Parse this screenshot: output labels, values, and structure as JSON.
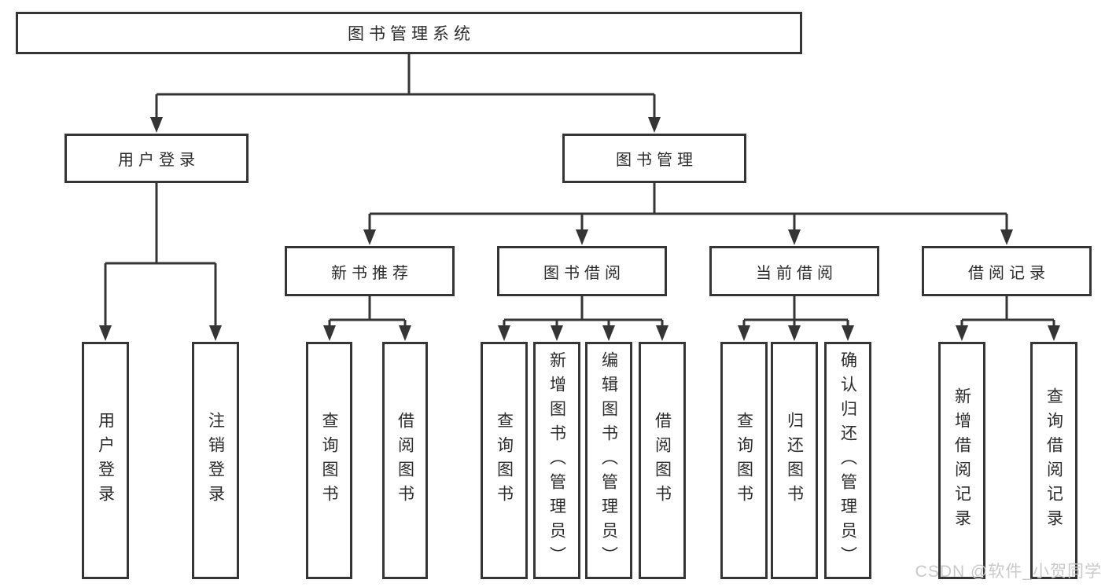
{
  "diagram": {
    "title": "图书管理系统",
    "level1": [
      "用户登录",
      "图书管理"
    ],
    "level2": [
      "新书推荐",
      "图书借阅",
      "当前借阅",
      "借阅记录"
    ],
    "leaves": {
      "user_login": [
        "用户登录",
        "注销登录"
      ],
      "new_book": [
        "查询图书",
        "借阅图书"
      ],
      "book_borrow": [
        "查询图书",
        "新增图书（管理员）",
        "编辑图书（管理员）",
        "借阅图书"
      ],
      "current_borrow": [
        "查询图书",
        "归还图书",
        "确认归还（管理员）"
      ],
      "borrow_records": [
        "新增借阅记录",
        "查询借阅记录"
      ]
    }
  },
  "watermark": "CSDN @软件_小贺同学",
  "colors": {
    "line": "#353535",
    "text": "#2b2b2b",
    "watermark": "#c9c9c9",
    "background": "#ffffff"
  }
}
